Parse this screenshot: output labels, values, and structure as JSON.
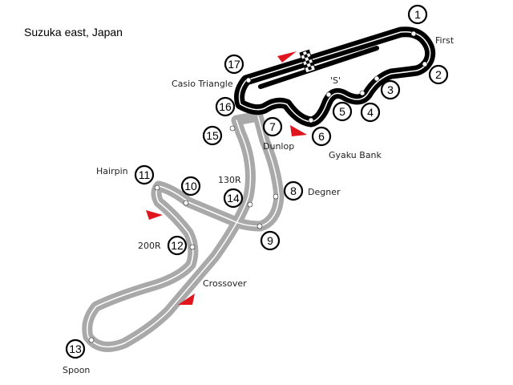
{
  "title": "Suzuka east, Japan",
  "colors": {
    "active_track": "#000000",
    "inactive_track": "#a9a9a9",
    "direction_arrow": "#e0161e"
  },
  "turns": [
    "1",
    "2",
    "3",
    "4",
    "5",
    "6",
    "7",
    "8",
    "9",
    "10",
    "11",
    "12",
    "13",
    "14",
    "15",
    "16",
    "17"
  ],
  "corner_names": {
    "first": "First",
    "s_curve": "'S'",
    "gyaku_bank": "Gyaku Bank",
    "dunlop": "Dunlop",
    "degner": "Degner",
    "r130": "130R",
    "hairpin": "Hairpin",
    "r200": "200R",
    "crossover": "Crossover",
    "spoon": "Spoon",
    "casio_triangle": "Casio Triangle"
  }
}
